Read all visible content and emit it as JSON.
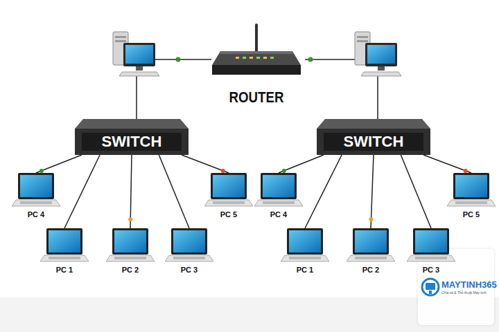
{
  "diagram": {
    "nodes": [
      {
        "text": [
          "ROUTER"
        ]
      },
      {
        "text": [
          "SWITCH"
        ]
      },
      {
        "text": [
          "SWITCH"
        ]
      },
      {
        "text": [
          "PC 4"
        ]
      },
      {
        "text": [
          "PC 1"
        ]
      },
      {
        "text": [
          "PC 2"
        ]
      },
      {
        "text": [
          "PC 3"
        ]
      },
      {
        "text": [
          "PC 5"
        ]
      },
      {
        "text": [
          "PC 4"
        ]
      },
      {
        "text": [
          "PC 1"
        ]
      },
      {
        "text": [
          "PC 2"
        ]
      },
      {
        "text": [
          "PC 3"
        ]
      },
      {
        "text": [
          "PC 5"
        ]
      }
    ],
    "edges": [
      {
        "from": 1,
        "to": 3,
        "arrow": "none"
      },
      {
        "from": 1,
        "to": 4,
        "arrow": "none"
      },
      {
        "from": 1,
        "to": 5,
        "arrow": "none"
      },
      {
        "from": 1,
        "to": 6,
        "arrow": "none"
      },
      {
        "from": 1,
        "to": 7,
        "arrow": "none"
      },
      {
        "from": 2,
        "to": 8,
        "arrow": "none"
      },
      {
        "from": 2,
        "to": 9,
        "arrow": "none"
      },
      {
        "from": 2,
        "to": 10,
        "arrow": "none"
      },
      {
        "from": 2,
        "to": 11,
        "arrow": "none"
      },
      {
        "from": 2,
        "to": 12,
        "arrow": "none"
      }
    ],
    "labels": [
      "MAYTINH365",
      "Chia sẻ & Thủ thuật Máy tính"
    ]
  }
}
